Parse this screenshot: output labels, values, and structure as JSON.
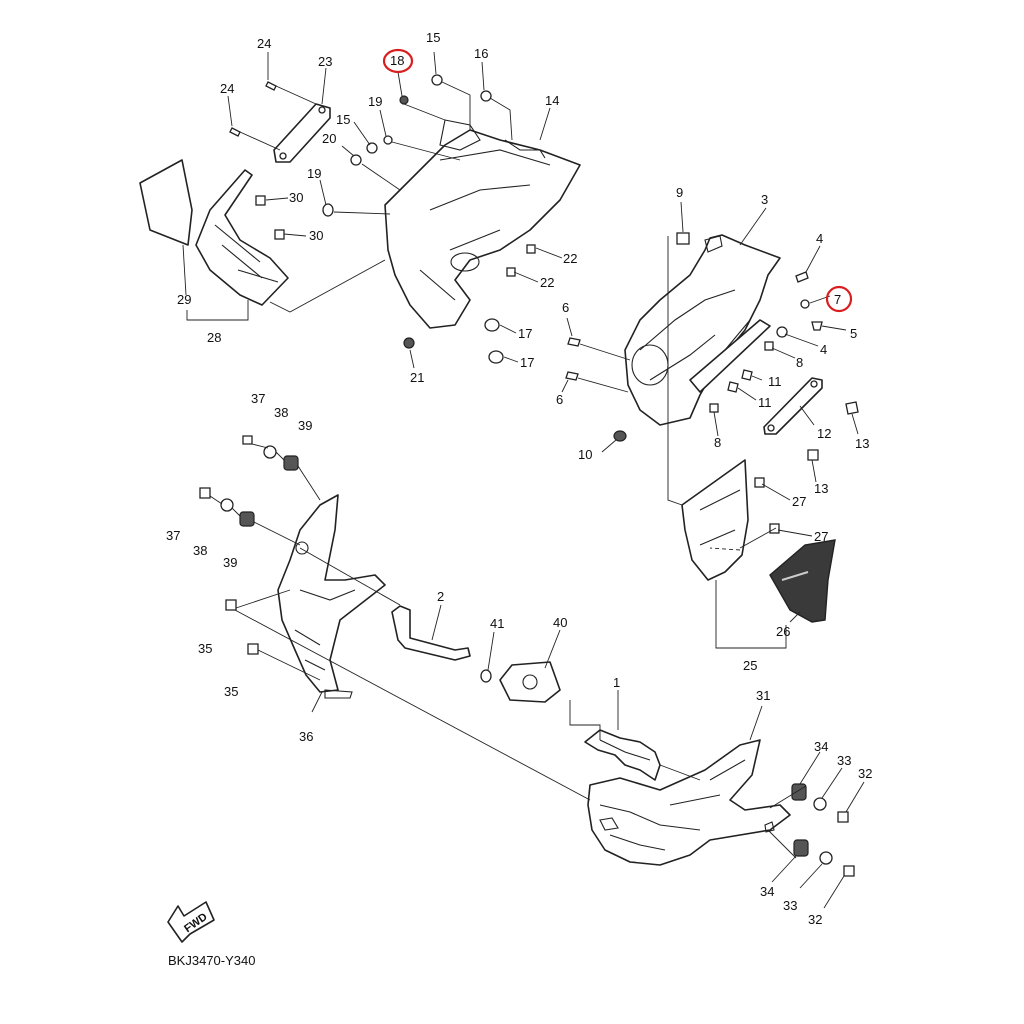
{
  "diagram_code": "BKJ3470-Y340",
  "direction_label": "FWD",
  "callouts": [
    {
      "id": "c24a",
      "label": "24"
    },
    {
      "id": "c23",
      "label": "23"
    },
    {
      "id": "c18",
      "label": "18",
      "highlighted": true
    },
    {
      "id": "c15a",
      "label": "15"
    },
    {
      "id": "c16",
      "label": "16"
    },
    {
      "id": "c14",
      "label": "14"
    },
    {
      "id": "c24b",
      "label": "24"
    },
    {
      "id": "c19a",
      "label": "19"
    },
    {
      "id": "c15b",
      "label": "15"
    },
    {
      "id": "c20",
      "label": "20"
    },
    {
      "id": "c19b",
      "label": "19"
    },
    {
      "id": "c30a",
      "label": "30"
    },
    {
      "id": "c30b",
      "label": "30"
    },
    {
      "id": "c22a",
      "label": "22"
    },
    {
      "id": "c22b",
      "label": "22"
    },
    {
      "id": "c29",
      "label": "29"
    },
    {
      "id": "c28",
      "label": "28"
    },
    {
      "id": "c17a",
      "label": "17"
    },
    {
      "id": "c17b",
      "label": "17"
    },
    {
      "id": "c21",
      "label": "21"
    },
    {
      "id": "c9",
      "label": "9"
    },
    {
      "id": "c3",
      "label": "3"
    },
    {
      "id": "c4a",
      "label": "4"
    },
    {
      "id": "c7",
      "label": "7",
      "highlighted": true
    },
    {
      "id": "c5",
      "label": "5"
    },
    {
      "id": "c4b",
      "label": "4"
    },
    {
      "id": "c6a",
      "label": "6"
    },
    {
      "id": "c8a",
      "label": "8"
    },
    {
      "id": "c11a",
      "label": "11"
    },
    {
      "id": "c6b",
      "label": "6"
    },
    {
      "id": "c11b",
      "label": "11"
    },
    {
      "id": "c12",
      "label": "12"
    },
    {
      "id": "c13a",
      "label": "13"
    },
    {
      "id": "c8b",
      "label": "8"
    },
    {
      "id": "c10",
      "label": "10"
    },
    {
      "id": "c13b",
      "label": "13"
    },
    {
      "id": "c27a",
      "label": "27"
    },
    {
      "id": "c27b",
      "label": "27"
    },
    {
      "id": "c26",
      "label": "26"
    },
    {
      "id": "c25",
      "label": "25"
    },
    {
      "id": "c37a",
      "label": "37"
    },
    {
      "id": "c38a",
      "label": "38"
    },
    {
      "id": "c39a",
      "label": "39"
    },
    {
      "id": "c37b",
      "label": "37"
    },
    {
      "id": "c38b",
      "label": "38"
    },
    {
      "id": "c39b",
      "label": "39"
    },
    {
      "id": "c2",
      "label": "2"
    },
    {
      "id": "c41",
      "label": "41"
    },
    {
      "id": "c40",
      "label": "40"
    },
    {
      "id": "c35a",
      "label": "35"
    },
    {
      "id": "c35b",
      "label": "35"
    },
    {
      "id": "c36",
      "label": "36"
    },
    {
      "id": "c1",
      "label": "1"
    },
    {
      "id": "c31",
      "label": "31"
    },
    {
      "id": "c34a",
      "label": "34"
    },
    {
      "id": "c33a",
      "label": "33"
    },
    {
      "id": "c32a",
      "label": "32"
    },
    {
      "id": "c34b",
      "label": "34"
    },
    {
      "id": "c33b",
      "label": "33"
    },
    {
      "id": "c32b",
      "label": "32"
    }
  ]
}
